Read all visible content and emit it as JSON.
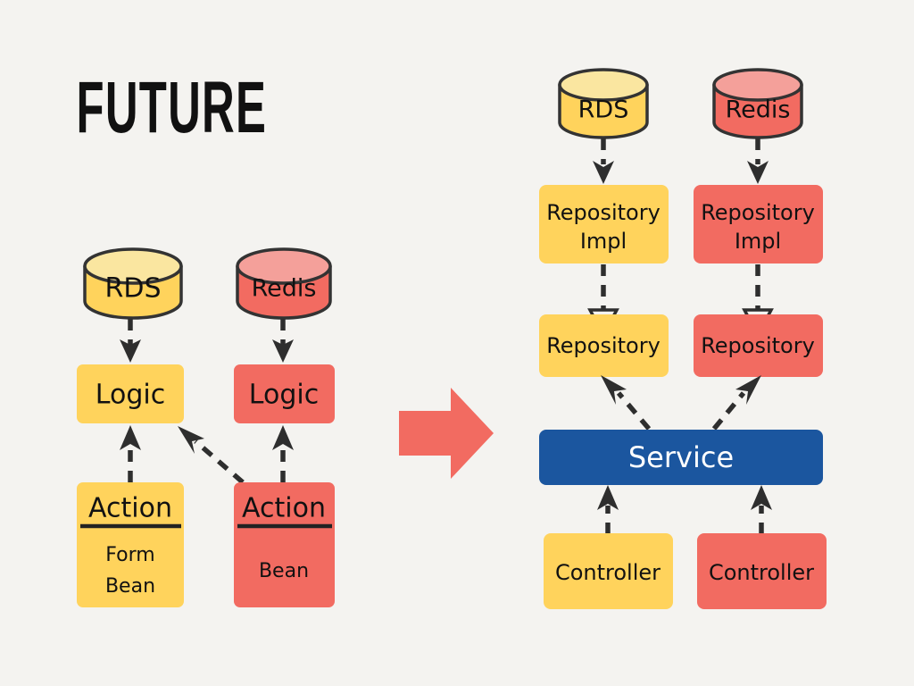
{
  "slide": {
    "title": "FUTURE",
    "background_color": "#F4F3F0"
  },
  "palette": {
    "yellow": "#FFD35C",
    "yellow_top": "#FAE6A0",
    "red": "#F26B61",
    "red_top": "#F4A09A",
    "blue": "#1B569F",
    "outline": "#333333",
    "arrow": "#2E2E2E",
    "text_dark": "#111111",
    "text_light": "#FFFFFF"
  },
  "left_diagram": {
    "name": "legacy-architecture",
    "datastores": [
      {
        "label": "RDS",
        "color_key": "yellow"
      },
      {
        "label": "Redis",
        "color_key": "red"
      }
    ],
    "logic_boxes": [
      {
        "label": "Logic",
        "color_key": "yellow"
      },
      {
        "label": "Logic",
        "color_key": "red"
      }
    ],
    "action_boxes": [
      {
        "title": "Action",
        "body_lines": [
          "Form",
          "Bean"
        ],
        "color_key": "yellow"
      },
      {
        "title": "Action",
        "body_lines": [
          "Bean"
        ],
        "color_key": "red"
      }
    ]
  },
  "transition": {
    "name": "migration-arrow",
    "direction": "right",
    "color_key": "red"
  },
  "right_diagram": {
    "name": "future-architecture",
    "datastores": [
      {
        "label": "RDS",
        "color_key": "yellow"
      },
      {
        "label": "Redis",
        "color_key": "red"
      }
    ],
    "repository_impl_boxes": [
      {
        "lines": [
          "Repository",
          "Impl"
        ],
        "color_key": "yellow"
      },
      {
        "lines": [
          "Repository",
          "Impl"
        ],
        "color_key": "red"
      }
    ],
    "repository_boxes": [
      {
        "label": "Repository",
        "color_key": "yellow"
      },
      {
        "label": "Repository",
        "color_key": "red"
      }
    ],
    "service_bar": {
      "label": "Service",
      "color_key": "blue"
    },
    "controller_boxes": [
      {
        "label": "Controller",
        "color_key": "yellow"
      },
      {
        "label": "Controller",
        "color_key": "red"
      }
    ]
  }
}
